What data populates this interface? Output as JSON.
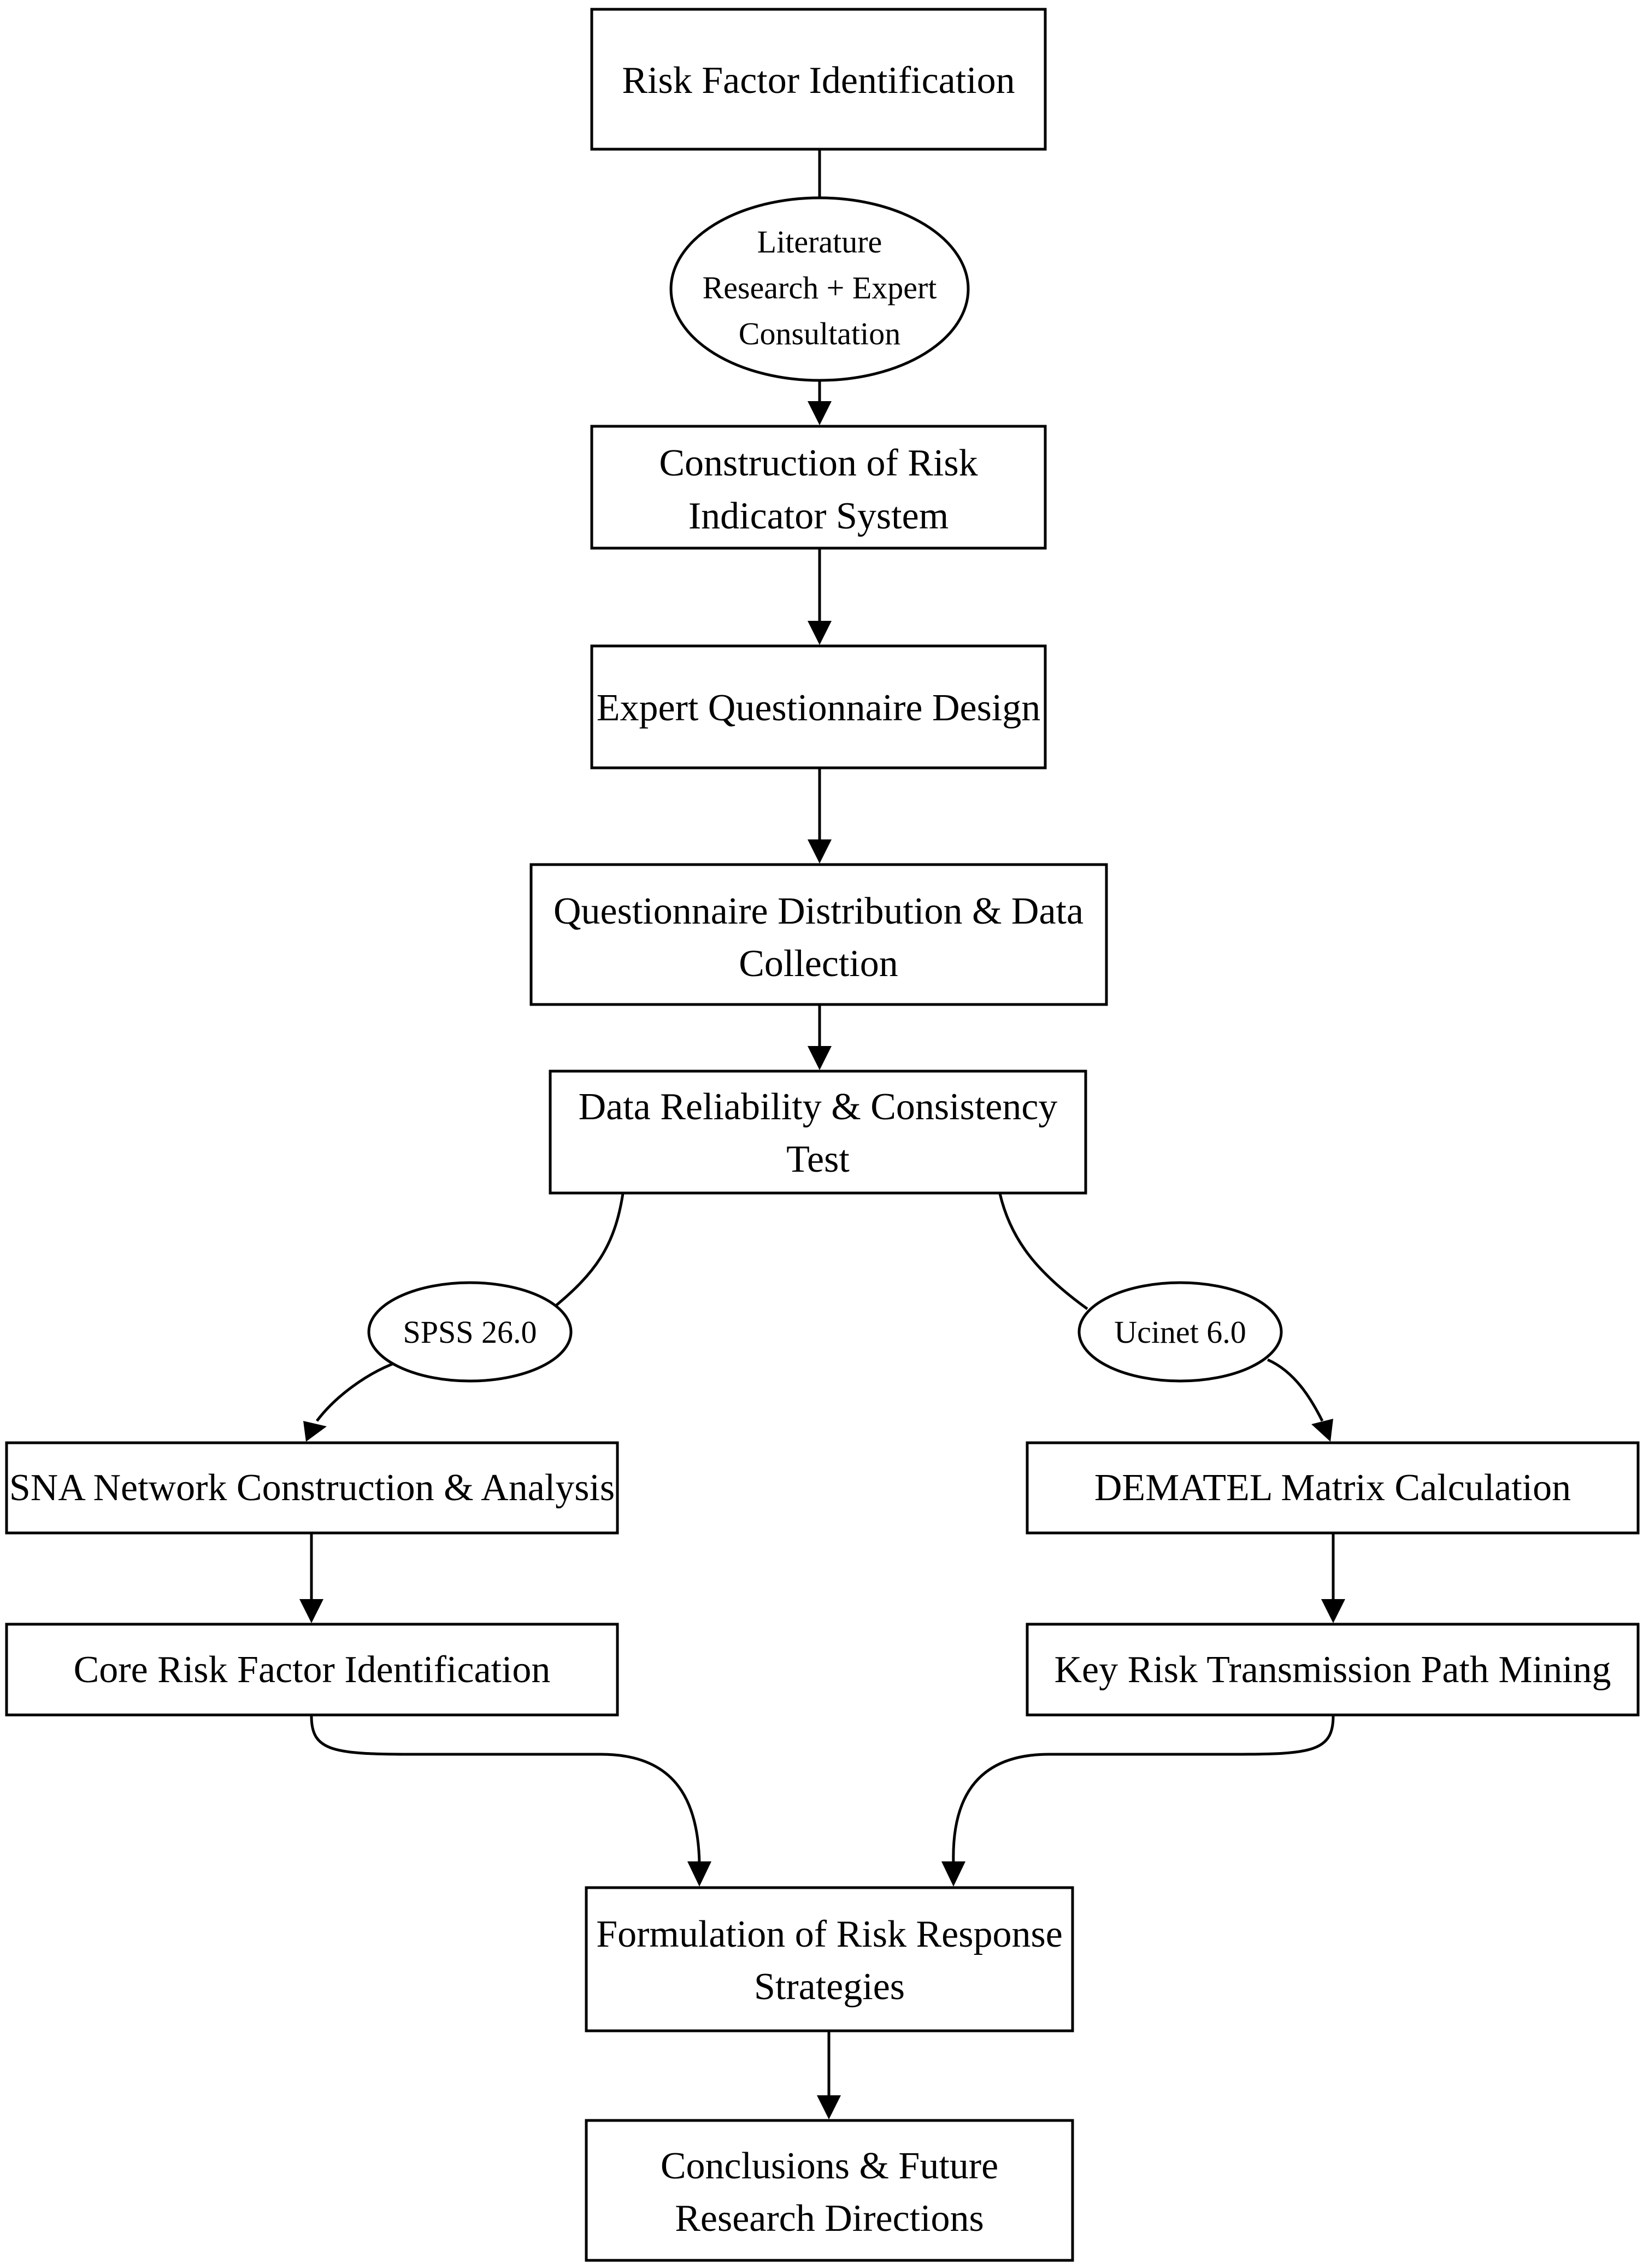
{
  "nodes": {
    "risk_factor_identification": [
      "Risk Factor Identification"
    ],
    "literature_research": [
      "Literature",
      "Research + Expert",
      "Consultation"
    ],
    "construction_indicator_system": [
      "Construction of Risk",
      "Indicator System"
    ],
    "expert_questionnaire_design": [
      "Expert Questionnaire Design"
    ],
    "questionnaire_distribution": [
      "Questionnaire Distribution & Data",
      "Collection"
    ],
    "data_reliability_test": [
      "Data Reliability & Consistency",
      "Test"
    ],
    "spss": [
      "SPSS 26.0"
    ],
    "ucinet": [
      "Ucinet 6.0"
    ],
    "sna_network": [
      "SNA Network Construction & Analysis"
    ],
    "dematel_matrix": [
      "DEMATEL Matrix Calculation"
    ],
    "core_risk_factor": [
      "Core Risk Factor Identification"
    ],
    "key_risk_path": [
      "Key Risk Transmission Path Mining"
    ],
    "risk_response_strategies": [
      "Formulation of Risk Response",
      "Strategies"
    ],
    "conclusions": [
      "Conclusions & Future",
      "Research Directions"
    ]
  },
  "edges": [
    {
      "from": "risk_factor_identification",
      "to": "literature_research"
    },
    {
      "from": "literature_research",
      "to": "construction_indicator_system"
    },
    {
      "from": "construction_indicator_system",
      "to": "expert_questionnaire_design"
    },
    {
      "from": "expert_questionnaire_design",
      "to": "questionnaire_distribution"
    },
    {
      "from": "questionnaire_distribution",
      "to": "data_reliability_test"
    },
    {
      "from": "data_reliability_test",
      "to": "spss"
    },
    {
      "from": "data_reliability_test",
      "to": "ucinet"
    },
    {
      "from": "spss",
      "to": "sna_network"
    },
    {
      "from": "ucinet",
      "to": "dematel_matrix"
    },
    {
      "from": "sna_network",
      "to": "core_risk_factor"
    },
    {
      "from": "dematel_matrix",
      "to": "key_risk_path"
    },
    {
      "from": "core_risk_factor",
      "to": "risk_response_strategies"
    },
    {
      "from": "key_risk_path",
      "to": "risk_response_strategies"
    },
    {
      "from": "risk_response_strategies",
      "to": "conclusions"
    }
  ]
}
